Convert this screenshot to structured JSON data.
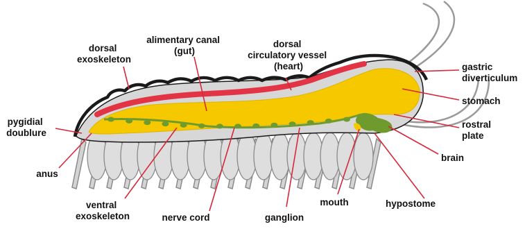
{
  "labels": {
    "dorsal_exoskeleton": "dorsal\nexoskeleton",
    "alimentary_canal": "alimentary canal\n(gut)",
    "dorsal_circulatory_vessel": "dorsal\ncirculatory vessel\n(heart)",
    "gastric_diverticulum": "gastric\ndiverticulum",
    "stomach": "stomach",
    "rostral_plate": "rostral\nplate",
    "brain": "brain",
    "hypostome": "hypostome",
    "mouth": "mouth",
    "ganglion": "ganglion",
    "nerve_cord": "nerve cord",
    "ventral_exoskeleton": "ventral\nexoskeleton",
    "anus": "anus",
    "pygidial_doublure": "pygidial\ndoublure"
  },
  "colors": {
    "leader_line": "#d6283a",
    "heart": "#e23445",
    "gut": "#f5c800",
    "nerve_cord": "#6f9b2e",
    "body_fill": "#d7d7d7",
    "outline": "#1a1a1a",
    "limb_outline": "#8a8a8a"
  }
}
